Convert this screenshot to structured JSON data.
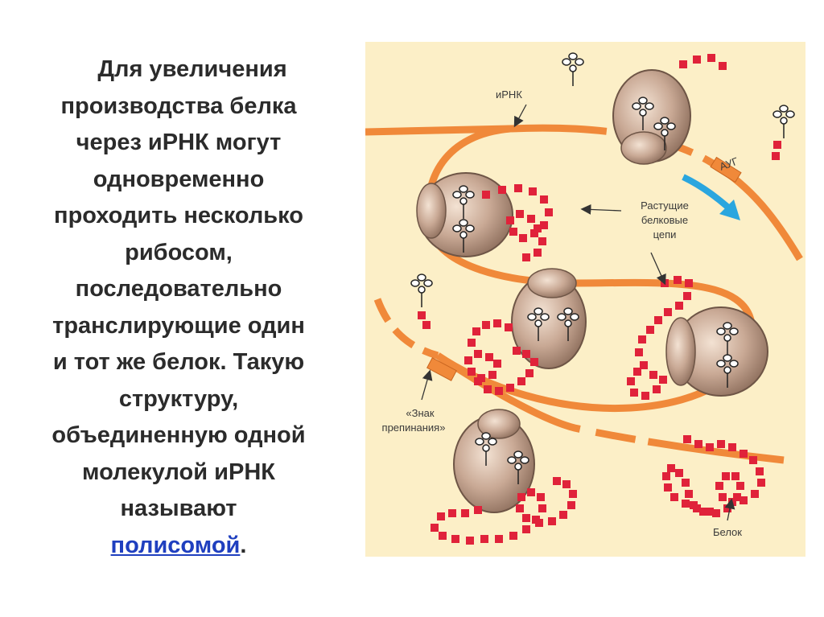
{
  "text": {
    "lines": [
      "Для увеличения",
      "производства белка",
      "через иРНК могут",
      "одновременно",
      "проходить несколько",
      "рибосом,",
      "последовательно",
      "транслирующие один",
      "и тот же белок. Такую",
      "структуру,",
      "объединенную одной",
      "молекулой иРНК",
      "называют"
    ],
    "link": "полисомой",
    "period": "."
  },
  "figure": {
    "labels": {
      "mrna": "иРНК",
      "start_codon": "АУГ",
      "growing_chains": [
        "Растущие",
        "белковые",
        "цепи"
      ],
      "stop_sign": [
        "«Знак",
        "препинания»"
      ],
      "protein": "Белок"
    },
    "colors": {
      "background": "#fcefc7",
      "mrna": "#f0893a",
      "ribosome": "#a98b78",
      "protein_bead": "#e0223a",
      "arrow": "#2aa6df",
      "link": "#1f3fbf"
    }
  }
}
